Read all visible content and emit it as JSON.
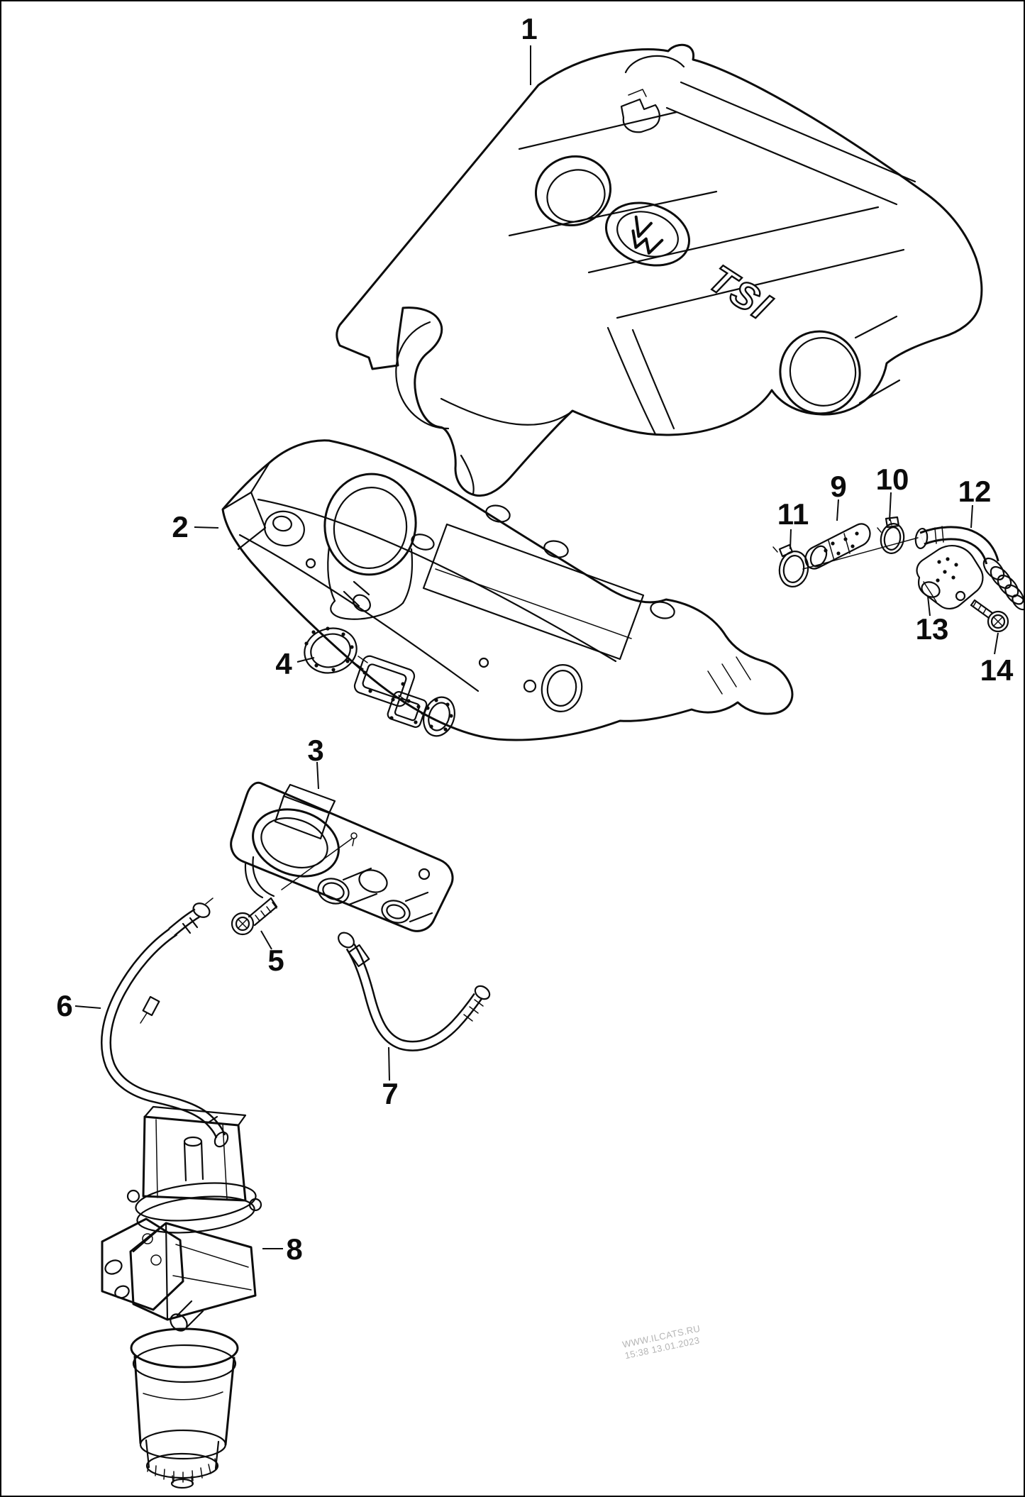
{
  "diagram": {
    "kind": "exploded-parts-diagram",
    "engine_cover_badge": {
      "logo": "VW",
      "text": "TSI"
    },
    "callouts": [
      {
        "label": "1",
        "part": "engine-cover"
      },
      {
        "label": "2",
        "part": "cylinder-head-cover"
      },
      {
        "label": "3",
        "part": "oil-separator-plate"
      },
      {
        "label": "4",
        "part": "gasket"
      },
      {
        "label": "5",
        "part": "screw"
      },
      {
        "label": "6",
        "part": "breather-hose-left"
      },
      {
        "label": "7",
        "part": "breather-hose-right"
      },
      {
        "label": "8",
        "part": "oil-filter-bracket-assembly"
      },
      {
        "label": "9",
        "part": "connecting-hose"
      },
      {
        "label": "10",
        "part": "hose-clamp"
      },
      {
        "label": "11",
        "part": "hose-clamp"
      },
      {
        "label": "12",
        "part": "breather-pipe"
      },
      {
        "label": "13",
        "part": "bracket"
      },
      {
        "label": "14",
        "part": "screw"
      }
    ],
    "watermark": {
      "line1": "WWW.ILCATS.RU",
      "line2": "15:38 13.01.2023",
      "color": "#b5b5b5"
    },
    "colors": {
      "line": "#0c0c0c",
      "background": "#ffffff"
    }
  }
}
